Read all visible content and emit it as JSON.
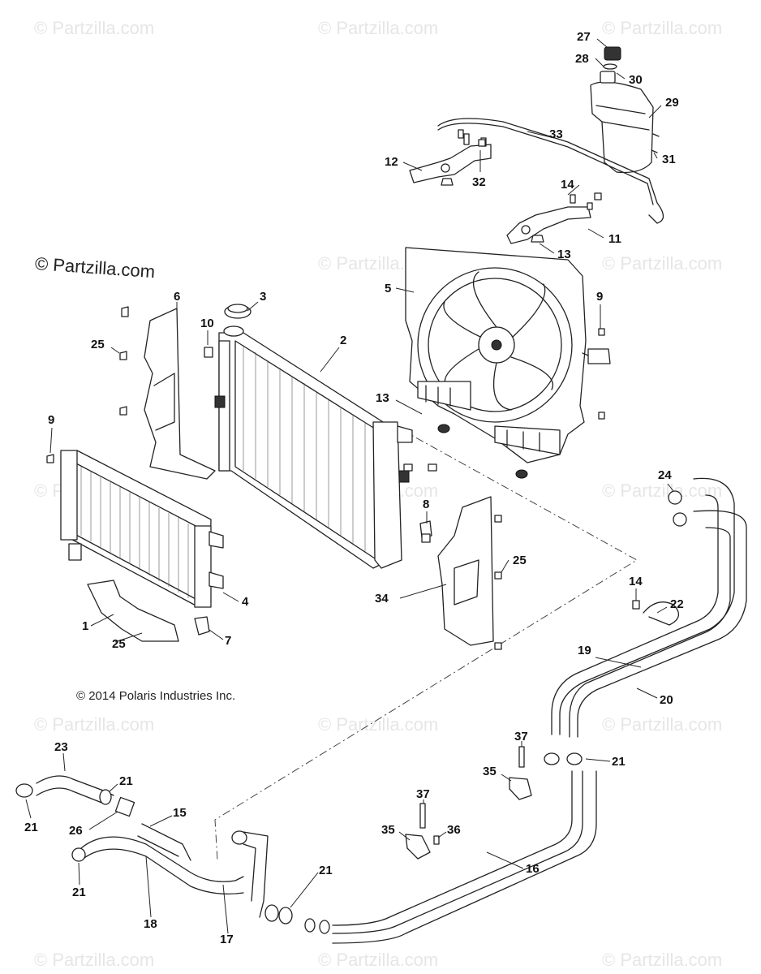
{
  "brand": {
    "watermark_text": "© Partzilla.com",
    "logo_text": "© Partzilla.com",
    "copyright": "© 2014 Polaris Industries Inc."
  },
  "callouts": [
    {
      "id": "c27",
      "label": "27"
    },
    {
      "id": "c28",
      "label": "28"
    },
    {
      "id": "c30",
      "label": "30"
    },
    {
      "id": "c29",
      "label": "29"
    },
    {
      "id": "c33",
      "label": "33"
    },
    {
      "id": "c31",
      "label": "31"
    },
    {
      "id": "c12",
      "label": "12"
    },
    {
      "id": "c32",
      "label": "32"
    },
    {
      "id": "c14a",
      "label": "14"
    },
    {
      "id": "c11",
      "label": "11"
    },
    {
      "id": "c13a",
      "label": "13"
    },
    {
      "id": "c6",
      "label": "6"
    },
    {
      "id": "c3",
      "label": "3"
    },
    {
      "id": "c5",
      "label": "5"
    },
    {
      "id": "c9a",
      "label": "9"
    },
    {
      "id": "c10",
      "label": "10"
    },
    {
      "id": "c25a",
      "label": "25"
    },
    {
      "id": "c2",
      "label": "2"
    },
    {
      "id": "c13b",
      "label": "13"
    },
    {
      "id": "c9b",
      "label": "9"
    },
    {
      "id": "c24",
      "label": "24"
    },
    {
      "id": "c8",
      "label": "8"
    },
    {
      "id": "c25b",
      "label": "25"
    },
    {
      "id": "c34",
      "label": "34"
    },
    {
      "id": "c4",
      "label": "4"
    },
    {
      "id": "c1",
      "label": "1"
    },
    {
      "id": "c25c",
      "label": "25"
    },
    {
      "id": "c7",
      "label": "7"
    },
    {
      "id": "c14b",
      "label": "14"
    },
    {
      "id": "c22",
      "label": "22"
    },
    {
      "id": "c19",
      "label": "19"
    },
    {
      "id": "c20",
      "label": "20"
    },
    {
      "id": "c37a",
      "label": "37"
    },
    {
      "id": "c21a",
      "label": "21"
    },
    {
      "id": "c23",
      "label": "23"
    },
    {
      "id": "c21b",
      "label": "21"
    },
    {
      "id": "c35a",
      "label": "35"
    },
    {
      "id": "c37b",
      "label": "37"
    },
    {
      "id": "c15",
      "label": "15"
    },
    {
      "id": "c21c",
      "label": "21"
    },
    {
      "id": "c26",
      "label": "26"
    },
    {
      "id": "c35b",
      "label": "35"
    },
    {
      "id": "c36",
      "label": "36"
    },
    {
      "id": "c16",
      "label": "16"
    },
    {
      "id": "c21d",
      "label": "21"
    },
    {
      "id": "c21e",
      "label": "21"
    },
    {
      "id": "c18",
      "label": "18"
    },
    {
      "id": "c17",
      "label": "17"
    }
  ]
}
